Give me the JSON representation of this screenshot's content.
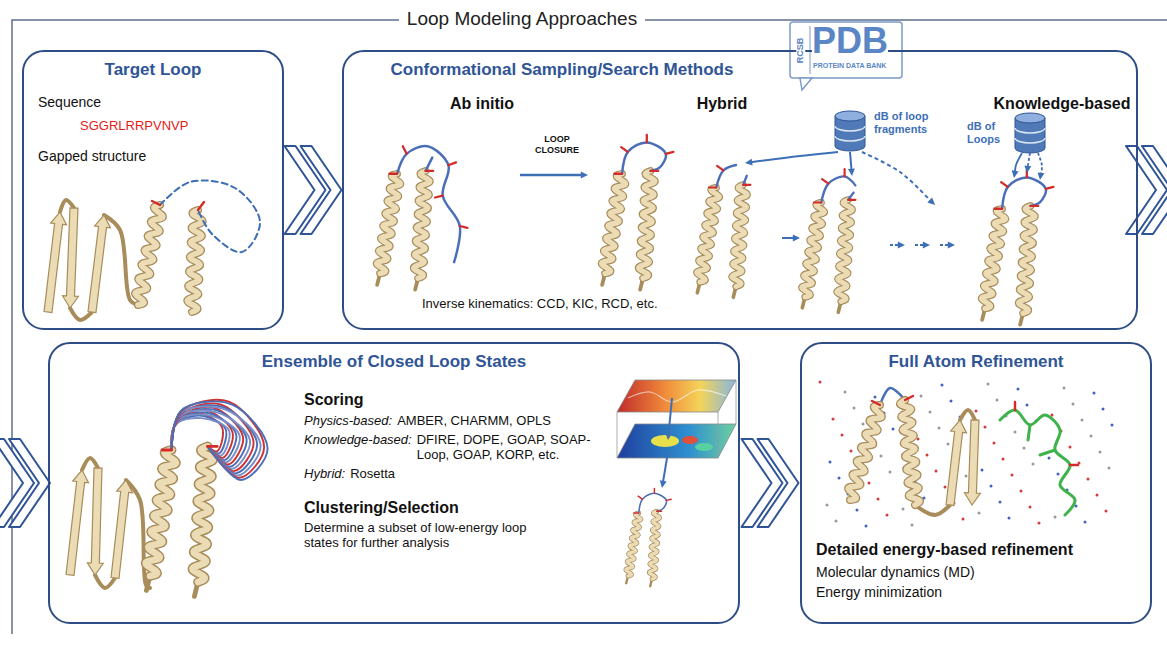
{
  "diagram": {
    "title": "Loop Modeling Approaches",
    "nodes": [
      {
        "text": [
          "Target Loop",
          "Sequence",
          "SGGRLRRPVNVP",
          "Gapped structure"
        ]
      },
      {
        "text": [
          "Conformational Sampling/Search Methods",
          "Ab initio",
          "LOOP CLOSURE",
          "Inverse kinematics: CCD, KIC, RCD, etc.",
          "Hybrid",
          "dB of loop fragments",
          "Knowledge-based",
          "dB of Loops"
        ]
      },
      {
        "text": [
          "Ensemble of Closed Loop States",
          "Scoring",
          "Physics-based:",
          "AMBER, CHARMM, OPLS",
          "Knowledge-based:",
          "DFIRE, DOPE, GOAP, SOAP-Loop, GOAP, KORP, etc.",
          "Hybrid:",
          "Rosetta",
          "Clustering/Selection",
          "Determine a subset of low-energy loop states for further analysis"
        ]
      },
      {
        "text": [
          "Full Atom Refinement",
          "Detailed energy-based refinement",
          "Molecular dynamics (MD)",
          "Energy minimization"
        ]
      }
    ],
    "edges": [
      {
        "from": 0,
        "to": 1,
        "arrow": "to"
      },
      {
        "from": 1,
        "to": 2,
        "arrow": "to"
      },
      {
        "from": 2,
        "to": 3,
        "arrow": "to"
      }
    ],
    "labels": [
      "RCSB",
      "PDB",
      "PROTEIN DATA BANK"
    ]
  }
}
